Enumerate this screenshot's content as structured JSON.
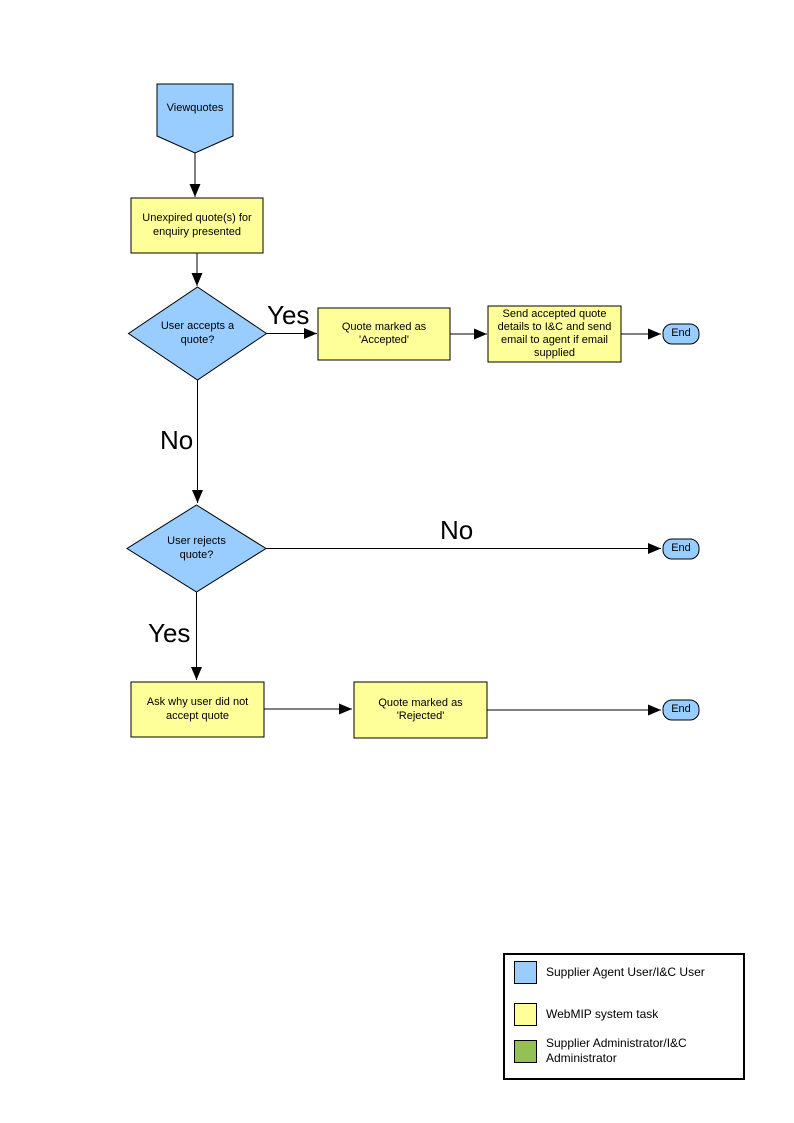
{
  "diagram": {
    "colors": {
      "user_fill": "#99CCFF",
      "task_fill": "#FFFF99",
      "admin_fill": "#93C154",
      "line": "#000000"
    },
    "nodes": {
      "start": "Viewquotes",
      "present_quotes": "Unexpired quote(s) for enquiry presented",
      "accept_question": "User accepts a quote?",
      "mark_accepted": "Quote marked as 'Accepted'",
      "send_details": "Send accepted quote details to I&C and send email to agent if email supplied",
      "end_accept": "End",
      "reject_question": "User rejects quote?",
      "end_no_reject": "End",
      "ask_why": "Ask why user did not accept quote",
      "mark_rejected": "Quote marked as 'Rejected'",
      "end_reject": "End"
    },
    "edge_labels": {
      "accept_yes": "Yes",
      "accept_no": "No",
      "reject_no": "No",
      "reject_yes": "Yes"
    }
  },
  "legend": {
    "items": [
      {
        "label": "Supplier Agent User/I&C User",
        "color": "#99CCFF"
      },
      {
        "label": "WebMIP system task",
        "color": "#FFFF99"
      },
      {
        "label": "Supplier Administrator/I&C Administrator",
        "color": "#93C154"
      }
    ]
  }
}
